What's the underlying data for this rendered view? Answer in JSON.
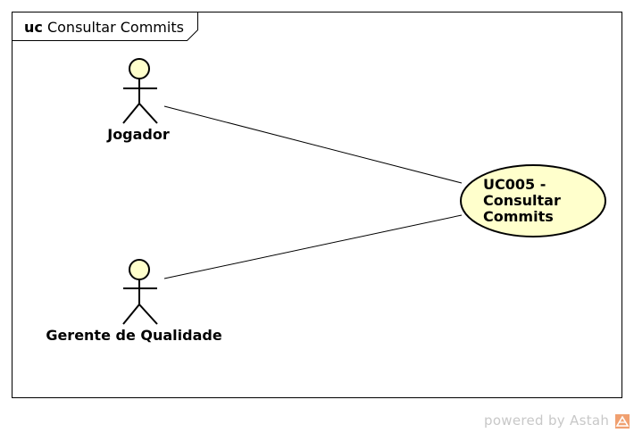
{
  "frame": {
    "keyword": "uc",
    "name": "Consultar Commits"
  },
  "actors": [
    {
      "label": "Jogador"
    },
    {
      "label": "Gerente de Qualidade"
    }
  ],
  "use_case": {
    "lines": [
      "UC005 -",
      "Consultar",
      "Commits"
    ]
  },
  "watermark": {
    "text": "powered by Astah"
  },
  "colors": {
    "actor_fill": "#ffffcc",
    "usecase_fill": "#ffffcc",
    "line": "#000000",
    "watermark": "#c8c8c8",
    "logo": "#f0a070"
  }
}
